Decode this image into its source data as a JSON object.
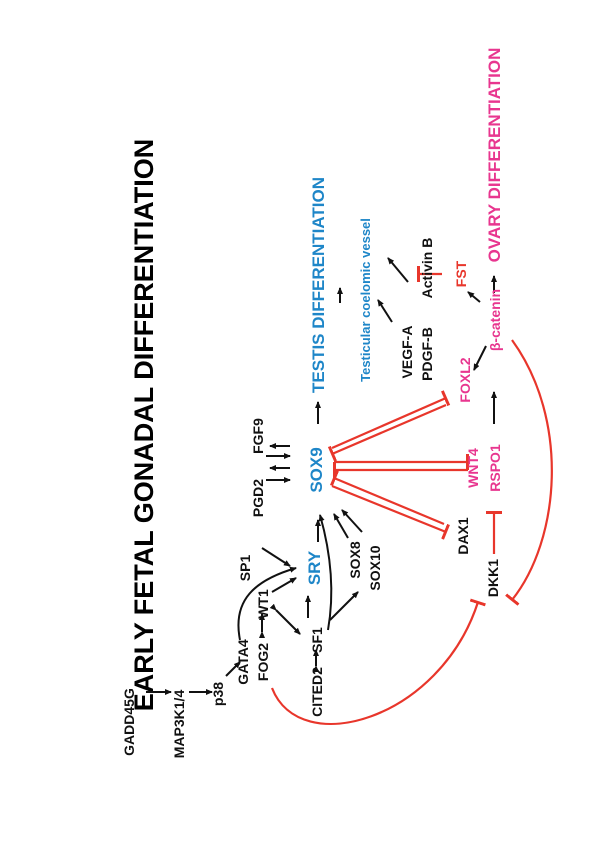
{
  "colors": {
    "black": "#111111",
    "blue": "#1e86c8",
    "pink": "#e8368f",
    "red": "#e8362b"
  },
  "title": "EARLY FETAL GONADAL DIFFERENTIATION",
  "nodes": {
    "gadd45g": "GADD45G",
    "map3k": "MAP3K1/4",
    "p38": "p38",
    "gata4": "GATA4",
    "fog2": "FOG2",
    "wt1": "WT1",
    "cited2": "CITED2",
    "sf1": "SF1",
    "sp1": "SP1",
    "sry": "SRY",
    "sox8": "SOX8",
    "sox10": "SOX10",
    "pgd2": "PGD2",
    "fgf9": "FGF9",
    "sox9": "SOX9",
    "dax1": "DAX1",
    "dkk1": "DKK1",
    "wnt4": "WNT4",
    "rspo1": "RSPO1",
    "foxl2": "FOXL2",
    "beta_catenin": "β-catenin",
    "vegfa": "VEGF-A",
    "pdgfb": "PDGF-B",
    "activinb": "Activin B",
    "fst": "FST",
    "vessel": "Testicular coelomic vessel"
  },
  "outcomes": {
    "testis": "TESTIS DIFFERENTIATION",
    "ovary": "OVARY DIFFERENTIATION"
  }
}
